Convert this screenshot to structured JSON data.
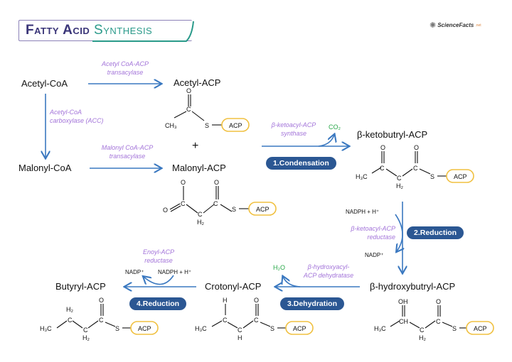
{
  "title": {
    "part1": "Fatty Acid",
    "part2": "Synthesis"
  },
  "logo": {
    "name": "ScienceFacts",
    "suffix": ".net",
    "icon": "atom-icon"
  },
  "molecules": {
    "acetyl_coa": "Acetyl-CoA",
    "malonyl_coa": "Malonyl-CoA",
    "acetyl_acp": "Acetyl-ACP",
    "malonyl_acp": "Malonyl-ACP",
    "ketobutryl_acp": "β-ketobutryl-ACP",
    "hydroxybutryl_acp": "β-hydroxybutryl-ACP",
    "crotonyl_acp": "Crotonyl-ACP",
    "butyryl_acp": "Butyryl-ACP"
  },
  "enzymes": {
    "acetyl_transacylase": [
      "Acetyl CoA-ACP",
      "transacylase"
    ],
    "acc": [
      "Acetyl-CoA",
      "carboxylase (ACC)"
    ],
    "malonyl_transacylase": [
      "Malonyl CoA-ACP",
      "transacylase"
    ],
    "ketoacyl_synthase": [
      "β-ketoacyl-ACP",
      "synthase"
    ],
    "ketoacyl_reductase": [
      "β-ketoacyl-ACP",
      "reductase"
    ],
    "hydroxyacyl_dehydratase": [
      "β-hydroxyacyl-",
      "ACP dehydratase"
    ],
    "enoyl_reductase": [
      "Enoyl-ACP",
      "reductase"
    ]
  },
  "cofactors": {
    "co2": "CO₂",
    "h2o": "H₂O",
    "nadph_1": "NADPH + H⁺",
    "nadp_1": "NADP⁺",
    "nadph_2": "NADPH + H⁺",
    "nadp_2": "NADP⁺"
  },
  "steps": {
    "s1": "1.Condensation",
    "s2": "2.Reduction",
    "s3": "3.Dehydration",
    "s4": "4.Reduction"
  },
  "structure_labels": {
    "acp": "ACP",
    "o": "O",
    "oh": "OH",
    "s": "S",
    "c": "C",
    "ch": "CH",
    "ch3": "CH₃",
    "h3c": "H₃C",
    "h2": "H₂",
    "h": "H",
    "plus": "+"
  },
  "colors": {
    "arrow": "#3a78c0",
    "enzyme": "#a374d9",
    "pill": "#2b5793",
    "acp_border": "#f0c040",
    "green": "#2aa84a",
    "title_dark": "#3a3578",
    "title_teal": "#2a9a8a"
  }
}
